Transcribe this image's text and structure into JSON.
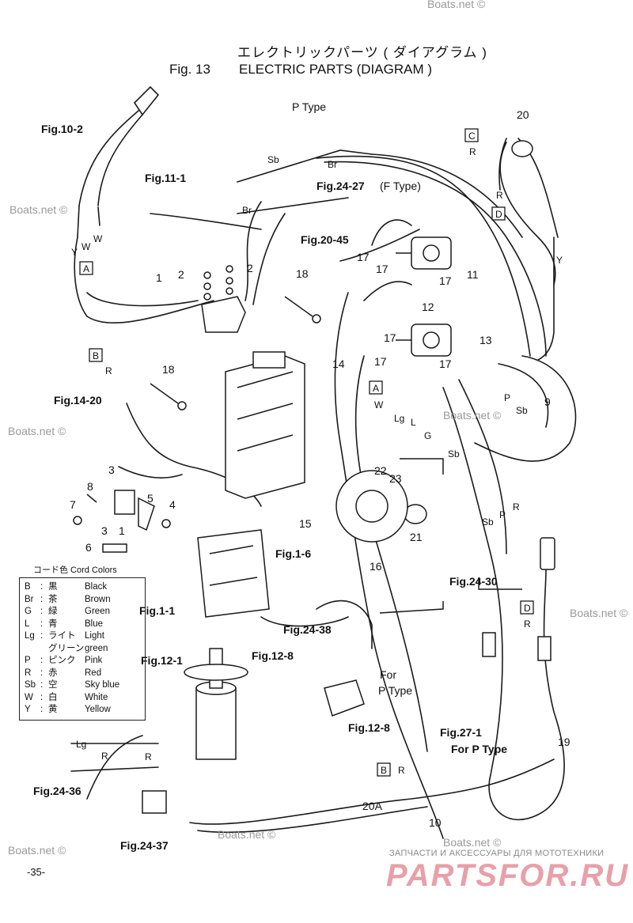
{
  "title": {
    "japanese": "エレクトリックパーツ ( ダイアグラム )",
    "fig_number": "Fig. 13",
    "english": "ELECTRIC PARTS (DIAGRAM )"
  },
  "figure_refs": {
    "fig_10_2": "Fig.10-2",
    "fig_11_1": "Fig.11-1",
    "fig_24_27": "Fig.24-27",
    "f_type": "(F Type)",
    "fig_20_45": "Fig.20-45",
    "fig_14_20": "Fig.14-20",
    "fig_1_6": "Fig.1-6",
    "fig_1_1": "Fig.1-1",
    "fig_24_38": "Fig.24-38",
    "fig_12_1": "Fig.12-1",
    "fig_12_8_a": "Fig.12-8",
    "fig_12_8_b": "Fig.12-8",
    "fig_24_30": "Fig.24-30",
    "fig_27_1": "Fig.27-1",
    "for_p_type_b": "For P Type",
    "fig_24_36": "Fig.24-36",
    "fig_24_37": "Fig.24-37"
  },
  "text_labels": {
    "p_type": "P Type",
    "for": "For",
    "p_type_2": "P Type"
  },
  "part_numbers": {
    "n1": "1",
    "n2a": "2",
    "n2b": "2",
    "n3": "3",
    "n3b": "3",
    "n1b": "1",
    "n4": "4",
    "n5": "5",
    "n6": "6",
    "n7": "7",
    "n8": "8",
    "n9": "9",
    "n10": "10",
    "n11": "11",
    "n12": "12",
    "n13": "13",
    "n14": "14",
    "n15": "15",
    "n16": "16",
    "n17a": "17",
    "n17b": "17",
    "n17c": "17",
    "n17d": "17",
    "n17e": "17",
    "n17f": "17",
    "n18a": "18",
    "n18b": "18",
    "n19": "19",
    "n20": "20",
    "n20a": "20A",
    "n21": "21",
    "n22": "22",
    "n23": "23"
  },
  "connector_letters": {
    "a1": "A",
    "a2": "A",
    "b1": "B",
    "b2": "B",
    "c1": "C",
    "d1": "D",
    "d2": "D"
  },
  "wire_letters": {
    "sb1": "Sb",
    "br1": "Br",
    "br2": "Br",
    "y1": "Y",
    "w1": "W",
    "w2": "W",
    "r1": "R",
    "r2": "R",
    "y2": "Y",
    "r3": "R",
    "w3": "W",
    "lg1": "Lg",
    "l1": "L",
    "g1": "G",
    "sb2": "Sb",
    "p1": "P",
    "sb3": "Sb",
    "sb4": "Sb",
    "p2": "P",
    "r4": "R",
    "r5": "R",
    "lg2": "Lg",
    "r6": "R",
    "r7": "R",
    "r8": "R"
  },
  "legend": {
    "title": "コード色 Cord Colors",
    "rows": [
      {
        "code": "B",
        "jp": "黒",
        "en": "Black"
      },
      {
        "code": "Br",
        "jp": "茶",
        "en": "Brown"
      },
      {
        "code": "G",
        "jp": "緑",
        "en": "Green"
      },
      {
        "code": "L",
        "jp": "青",
        "en": "Blue"
      },
      {
        "code": "Lg",
        "jp": "ライト",
        "en": "Light"
      },
      {
        "code": "",
        "jp": "グリーン",
        "en": "green"
      },
      {
        "code": "P",
        "jp": "ピンク",
        "en": "Pink"
      },
      {
        "code": "R",
        "jp": "赤",
        "en": "Red"
      },
      {
        "code": "Sb",
        "jp": "空",
        "en": "Sky blue"
      },
      {
        "code": "W",
        "jp": "白",
        "en": "White"
      },
      {
        "code": "Y",
        "jp": "黄",
        "en": "Yellow"
      }
    ]
  },
  "watermarks": {
    "w1": "Boats.net ©",
    "w2": "Boats.net ©",
    "w3": "Boats.net ©",
    "w4": "Boats.net ©",
    "w5": "Boats.net ©",
    "w6": "Boats.net ©",
    "w7": "Boats.net ©",
    "w8": "Boats.net ©"
  },
  "page_number": "-35-",
  "footer": {
    "line1": "ЗАПЧАСТИ И АКСЕССУАРЫ ДЛЯ МОТОТЕХНИКИ",
    "line2": "PARTSFOR.RU"
  }
}
